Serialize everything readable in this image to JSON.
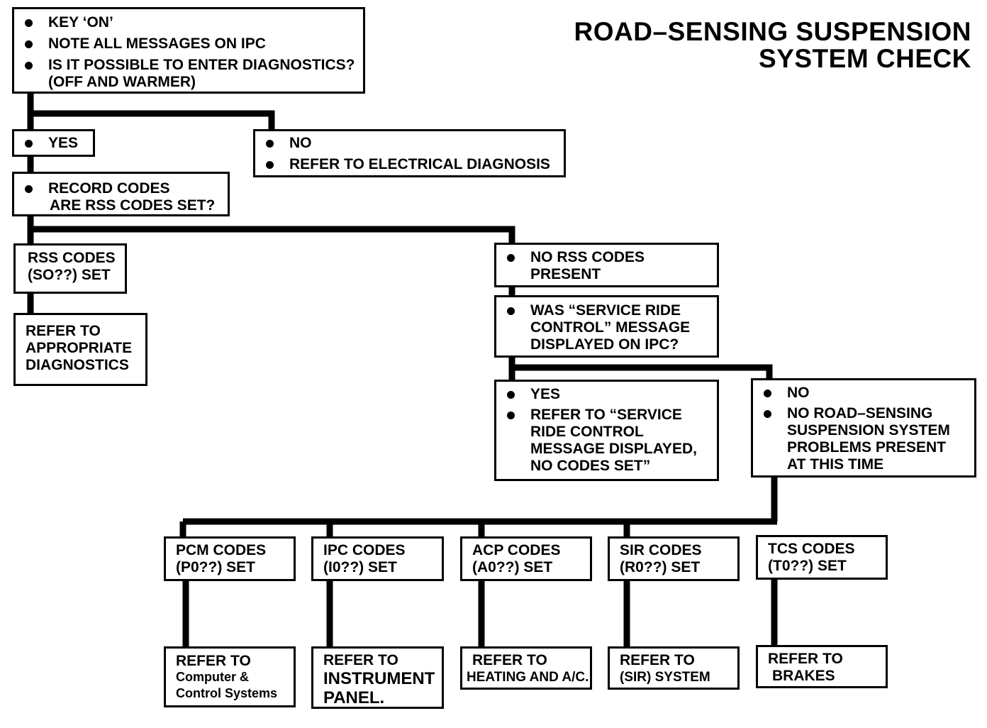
{
  "title": {
    "line1": "ROAD–SENSING SUSPENSION",
    "line2": "SYSTEM CHECK"
  },
  "start_box": {
    "item1": "KEY ‘ON’",
    "item2": "NOTE ALL MESSAGES ON IPC",
    "item3": "IS IT POSSIBLE TO ENTER DIAGNOSTICS?",
    "item3_cont": "(OFF AND WARMER)"
  },
  "yes_box": {
    "item1": "YES"
  },
  "no_box": {
    "item1": "NO",
    "item2": "REFER TO  ELECTRICAL DIAGNOSIS"
  },
  "record_box": {
    "item1": "RECORD CODES",
    "item1_cont": "ARE RSS CODES SET?"
  },
  "rss_set_box": {
    "line1": "RSS CODES",
    "line2": "(SO??) SET"
  },
  "refer_diag_box": {
    "line1": "REFER TO",
    "line2": "APPROPRIATE",
    "line3": "DIAGNOSTICS"
  },
  "no_rss_box": {
    "item1": "NO RSS CODES",
    "item1_cont": "PRESENT"
  },
  "was_service_box": {
    "item1": "WAS “SERVICE RIDE",
    "item1_cont1": "CONTROL” MESSAGE",
    "item1_cont2": "DISPLAYED ON IPC?"
  },
  "yes2_box": {
    "item1": "YES",
    "item2": "REFER TO “SERVICE",
    "item2_cont1": "RIDE CONTROL",
    "item2_cont2": "MESSAGE DISPLAYED,",
    "item2_cont3": "NO CODES SET”"
  },
  "no2_box": {
    "item1": "NO",
    "item2": "NO ROAD–SENSING",
    "item2_cont1": "SUSPENSION SYSTEM",
    "item2_cont2": "PROBLEMS PRESENT",
    "item2_cont3": "AT THIS TIME"
  },
  "code_boxes": [
    {
      "line1": "PCM CODES",
      "line2": "(P0??) SET"
    },
    {
      "line1": "IPC CODES",
      "line2": "(I0??) SET"
    },
    {
      "line1": "ACP CODES",
      "line2": "(A0??) SET"
    },
    {
      "line1": "SIR CODES",
      "line2": "(R0??) SET"
    },
    {
      "line1": "TCS CODES",
      "line2": "(T0??) SET"
    }
  ],
  "refer_boxes": [
    {
      "line1": "REFER TO",
      "line2": "Computer &",
      "line3": "Control Systems"
    },
    {
      "line1": "REFER TO",
      "line2": "INSTRUMENT",
      "line3": "PANEL."
    },
    {
      "line1": "REFER TO",
      "line2": "HEATING AND A/C."
    },
    {
      "line1": "REFER TO",
      "line2": "(SIR) SYSTEM"
    },
    {
      "line1": "REFER TO",
      "line2": "BRAKES"
    }
  ]
}
